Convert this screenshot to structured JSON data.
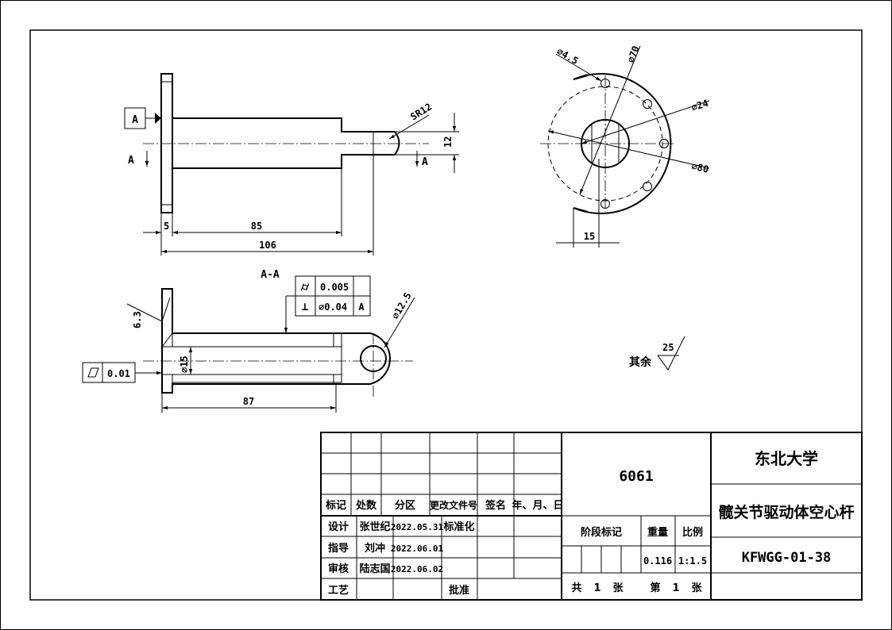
{
  "front_view": {
    "datum_label": "A",
    "section_mark_left": "A",
    "section_mark_right": "A",
    "dim_sr": "SR12",
    "dim_12": "12",
    "dim_5": "5",
    "dim_85": "85",
    "dim_106": "106"
  },
  "side_view": {
    "dim_hole": "⌀4.5",
    "dim_pcd": "⌀70",
    "dim_inner": "⌀24",
    "dim_outer": "⌀80",
    "dim_15": "15"
  },
  "section_view": {
    "title": "A-A",
    "roughness": "6.3",
    "tol_cyl_value": "0.005",
    "tol_perp_value": "⌀0.04",
    "tol_perp_datum": "A",
    "tol_flat_value": "0.01",
    "dim_bore": "⌀15",
    "dim_ball": "⌀12.5",
    "dim_87": "87",
    "rest_label": "其余",
    "rest_roughness": "25"
  },
  "title_block": {
    "material": "6061",
    "school": "东北大学",
    "part_name": "髋关节驱动体空心杆",
    "drawing_no": "KFWGG-01-38",
    "header": [
      "标记",
      "处数",
      "分区",
      "更改文件号",
      "签名",
      "年、月、日"
    ],
    "rows": [
      {
        "role": "设计",
        "name": "张世纪",
        "date": "2022.05.31",
        "extra": "标准化"
      },
      {
        "role": "指导",
        "name": "刘冲",
        "date": "2022.06.01",
        "extra": ""
      },
      {
        "role": "审核",
        "name": "陆志国",
        "date": "2022.06.02",
        "extra": ""
      },
      {
        "role": "工艺",
        "name": "",
        "date": "",
        "extra": "批准"
      }
    ],
    "stage_label": "阶段标记",
    "weight_label": "重量",
    "scale_label": "比例",
    "weight": "0.116",
    "scale": "1:1.5",
    "sheets_total_prefix": "共",
    "sheets_total": "1",
    "sheets_unit": "张",
    "sheet_no_prefix": "第",
    "sheet_no": "1",
    "sheet_no_unit": "张"
  }
}
